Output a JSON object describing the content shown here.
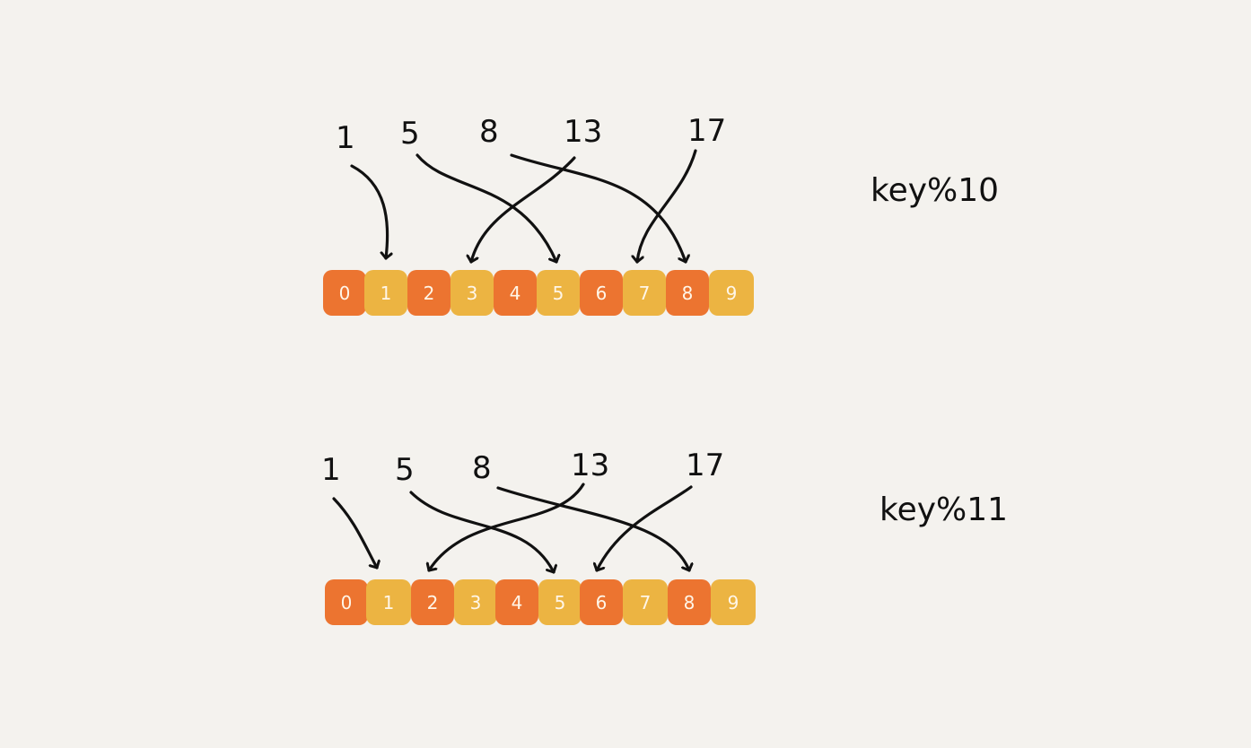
{
  "colors": {
    "background": "#f4f2ee",
    "slot_orange": "#ec7430",
    "slot_yellow": "#ecb442",
    "ink": "#111111",
    "slot_text": "#fff6e8"
  },
  "panels": [
    {
      "formula": "key%10",
      "keys": [
        "1",
        "5",
        "8",
        "13",
        "17"
      ],
      "slots": [
        "0",
        "1",
        "2",
        "3",
        "4",
        "5",
        "6",
        "7",
        "8",
        "9"
      ],
      "mappings": [
        {
          "key": "1",
          "slot": "1"
        },
        {
          "key": "5",
          "slot": "5"
        },
        {
          "key": "8",
          "slot": "8"
        },
        {
          "key": "13",
          "slot": "3"
        },
        {
          "key": "17",
          "slot": "7"
        }
      ]
    },
    {
      "formula": "key%11",
      "keys": [
        "1",
        "5",
        "8",
        "13",
        "17"
      ],
      "slots": [
        "0",
        "1",
        "2",
        "3",
        "4",
        "5",
        "6",
        "7",
        "8",
        "9"
      ],
      "mappings": [
        {
          "key": "1",
          "slot": "1"
        },
        {
          "key": "5",
          "slot": "5"
        },
        {
          "key": "8",
          "slot": "8"
        },
        {
          "key": "13",
          "slot": "2"
        },
        {
          "key": "17",
          "slot": "6"
        }
      ]
    }
  ]
}
